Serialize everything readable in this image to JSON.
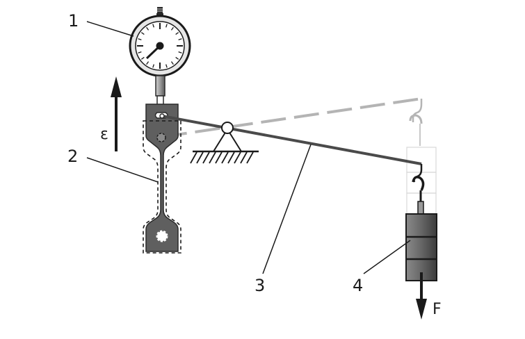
{
  "labels": {
    "dial_gauge": "1",
    "specimen": "2",
    "lever": "3",
    "weight": "4"
  },
  "symbols": {
    "strain": "ε",
    "force": "F"
  },
  "colors": {
    "ink": "#1a1a1a",
    "specimen_fill": "#5f5f5f",
    "ghost": "#b4b4b4",
    "weight_light": "#8a8a8a",
    "weight_dark": "#3c3c3c"
  }
}
